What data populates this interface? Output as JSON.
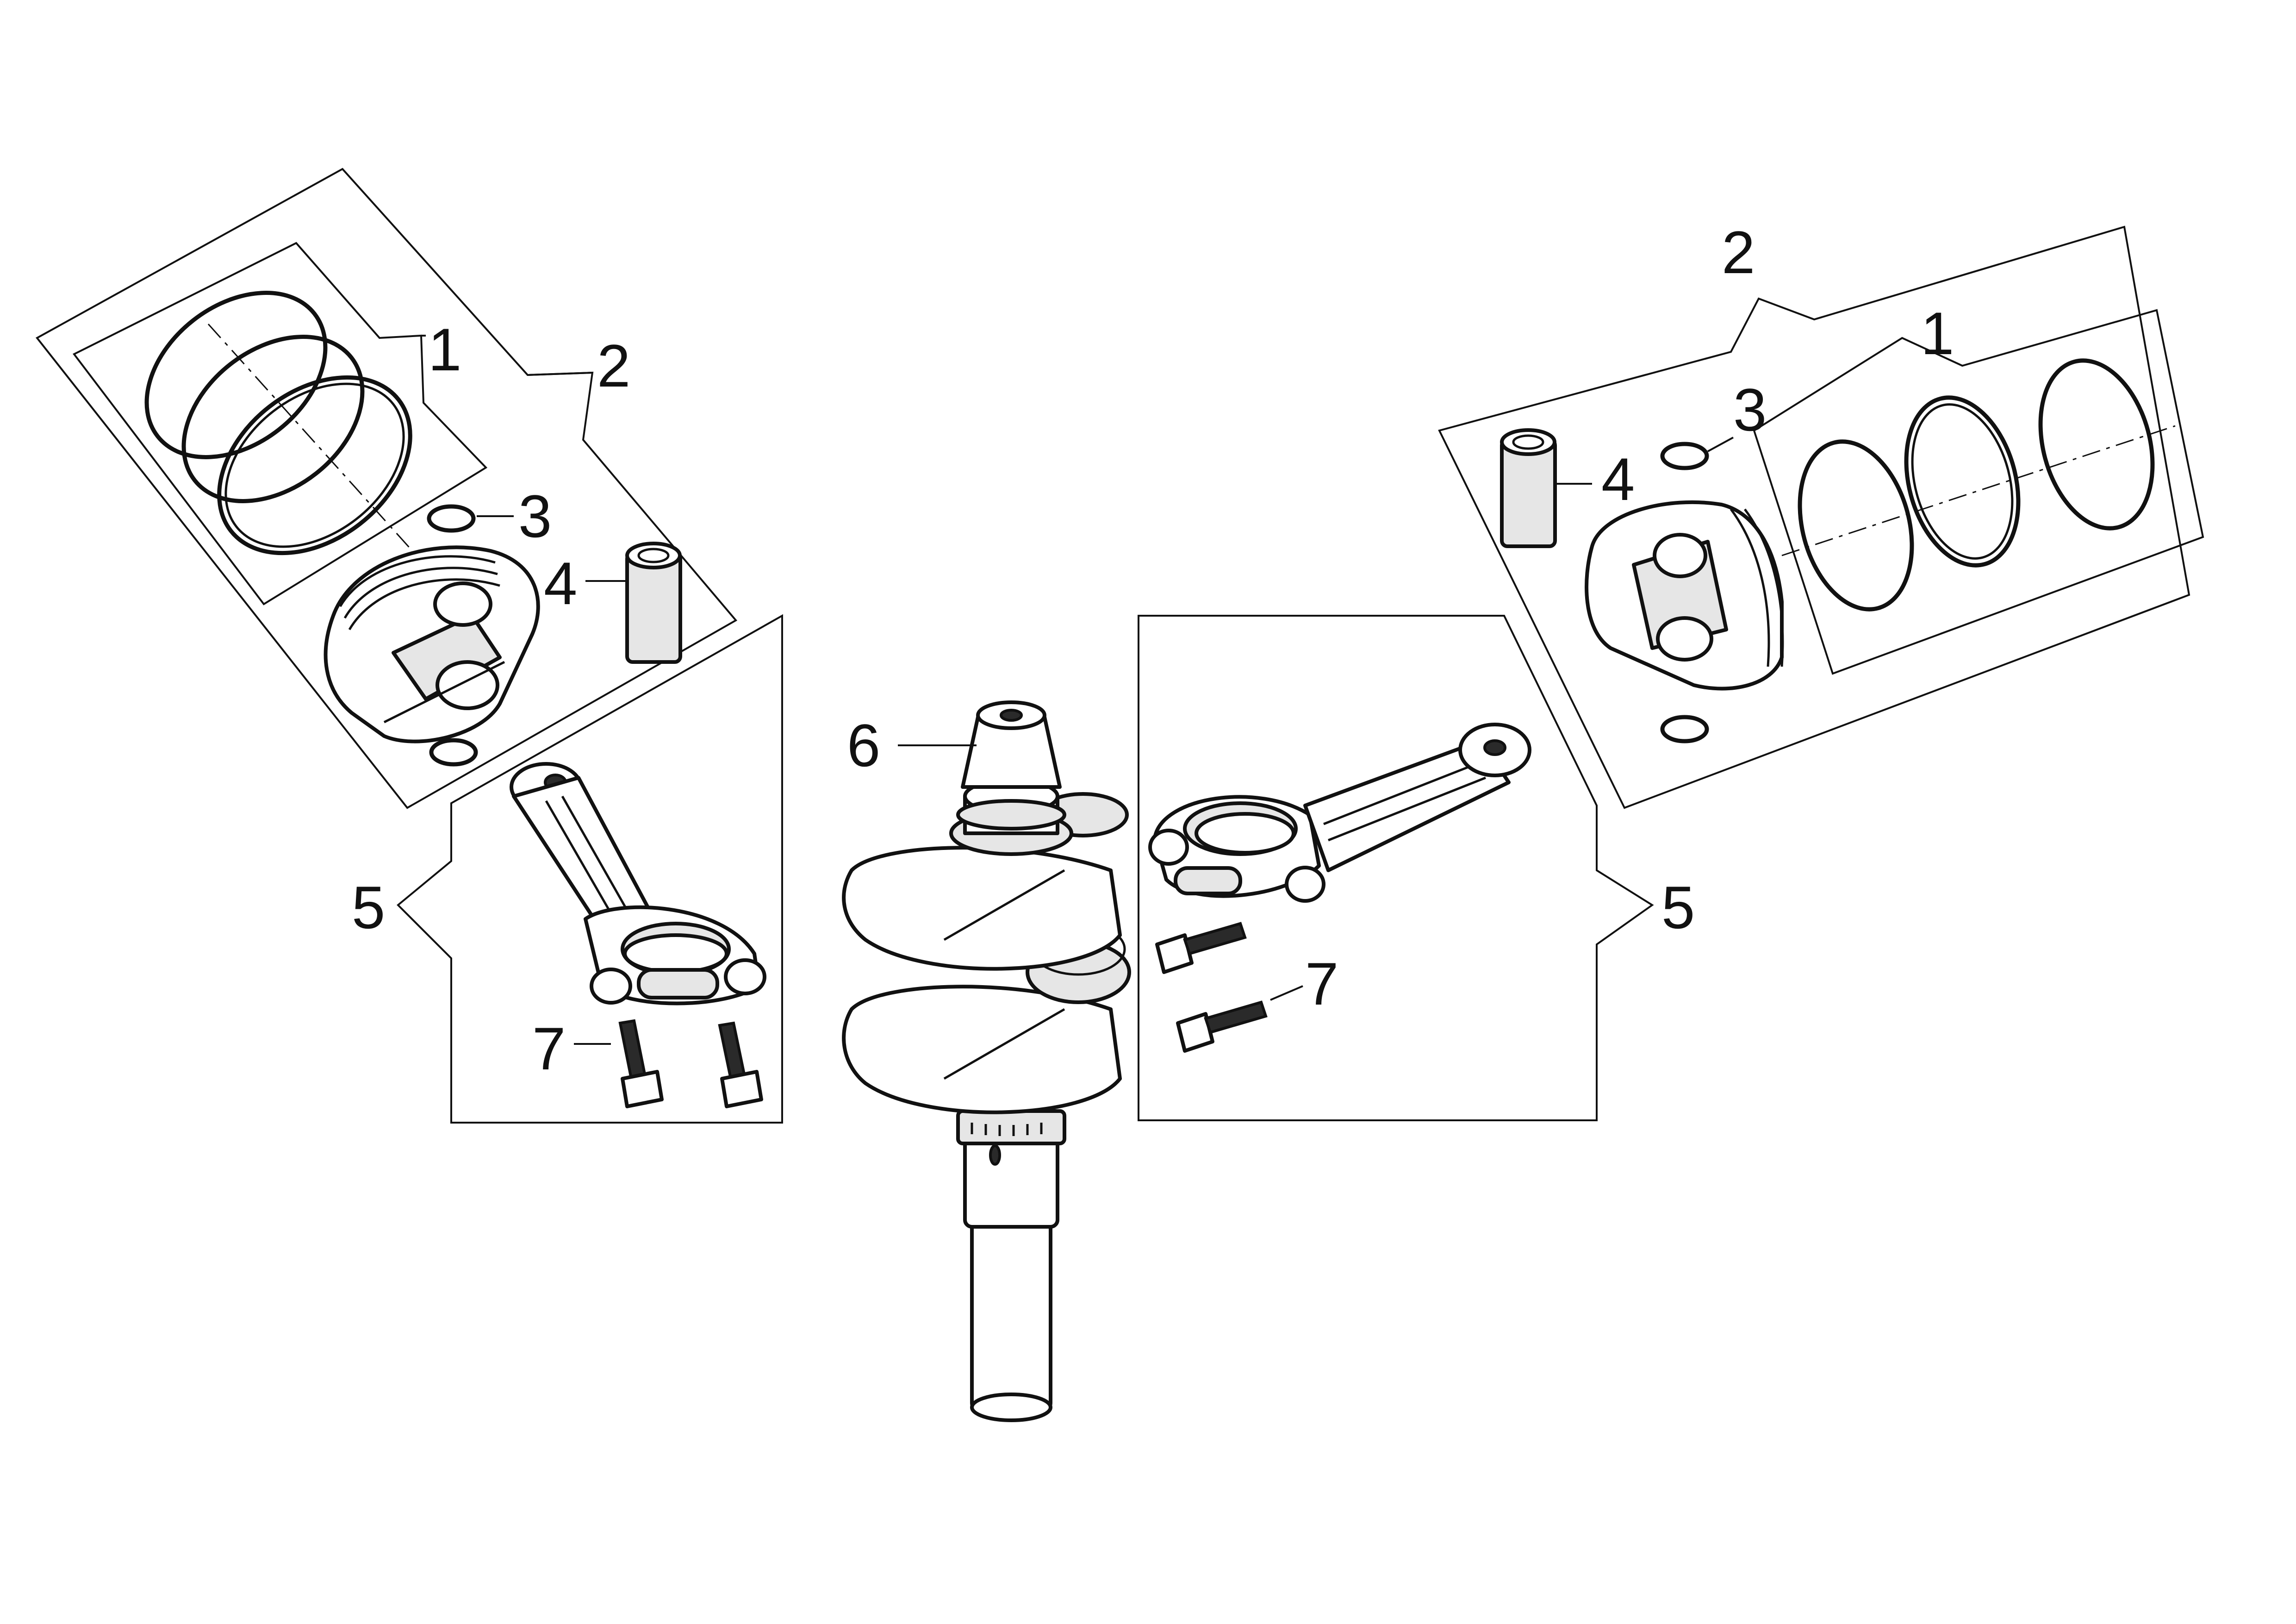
{
  "callouts": {
    "left_rings": "1",
    "left_piston_kit": "2",
    "left_clip": "3",
    "left_pin": "4",
    "left_rod": "5",
    "left_bolt": "7",
    "right_rings": "1",
    "right_piston_kit": "2",
    "right_clip": "3",
    "right_pin": "4",
    "right_rod": "5",
    "right_bolt": "7",
    "crankshaft": "6"
  },
  "colors": {
    "line": "#111111",
    "background": "#ffffff"
  }
}
